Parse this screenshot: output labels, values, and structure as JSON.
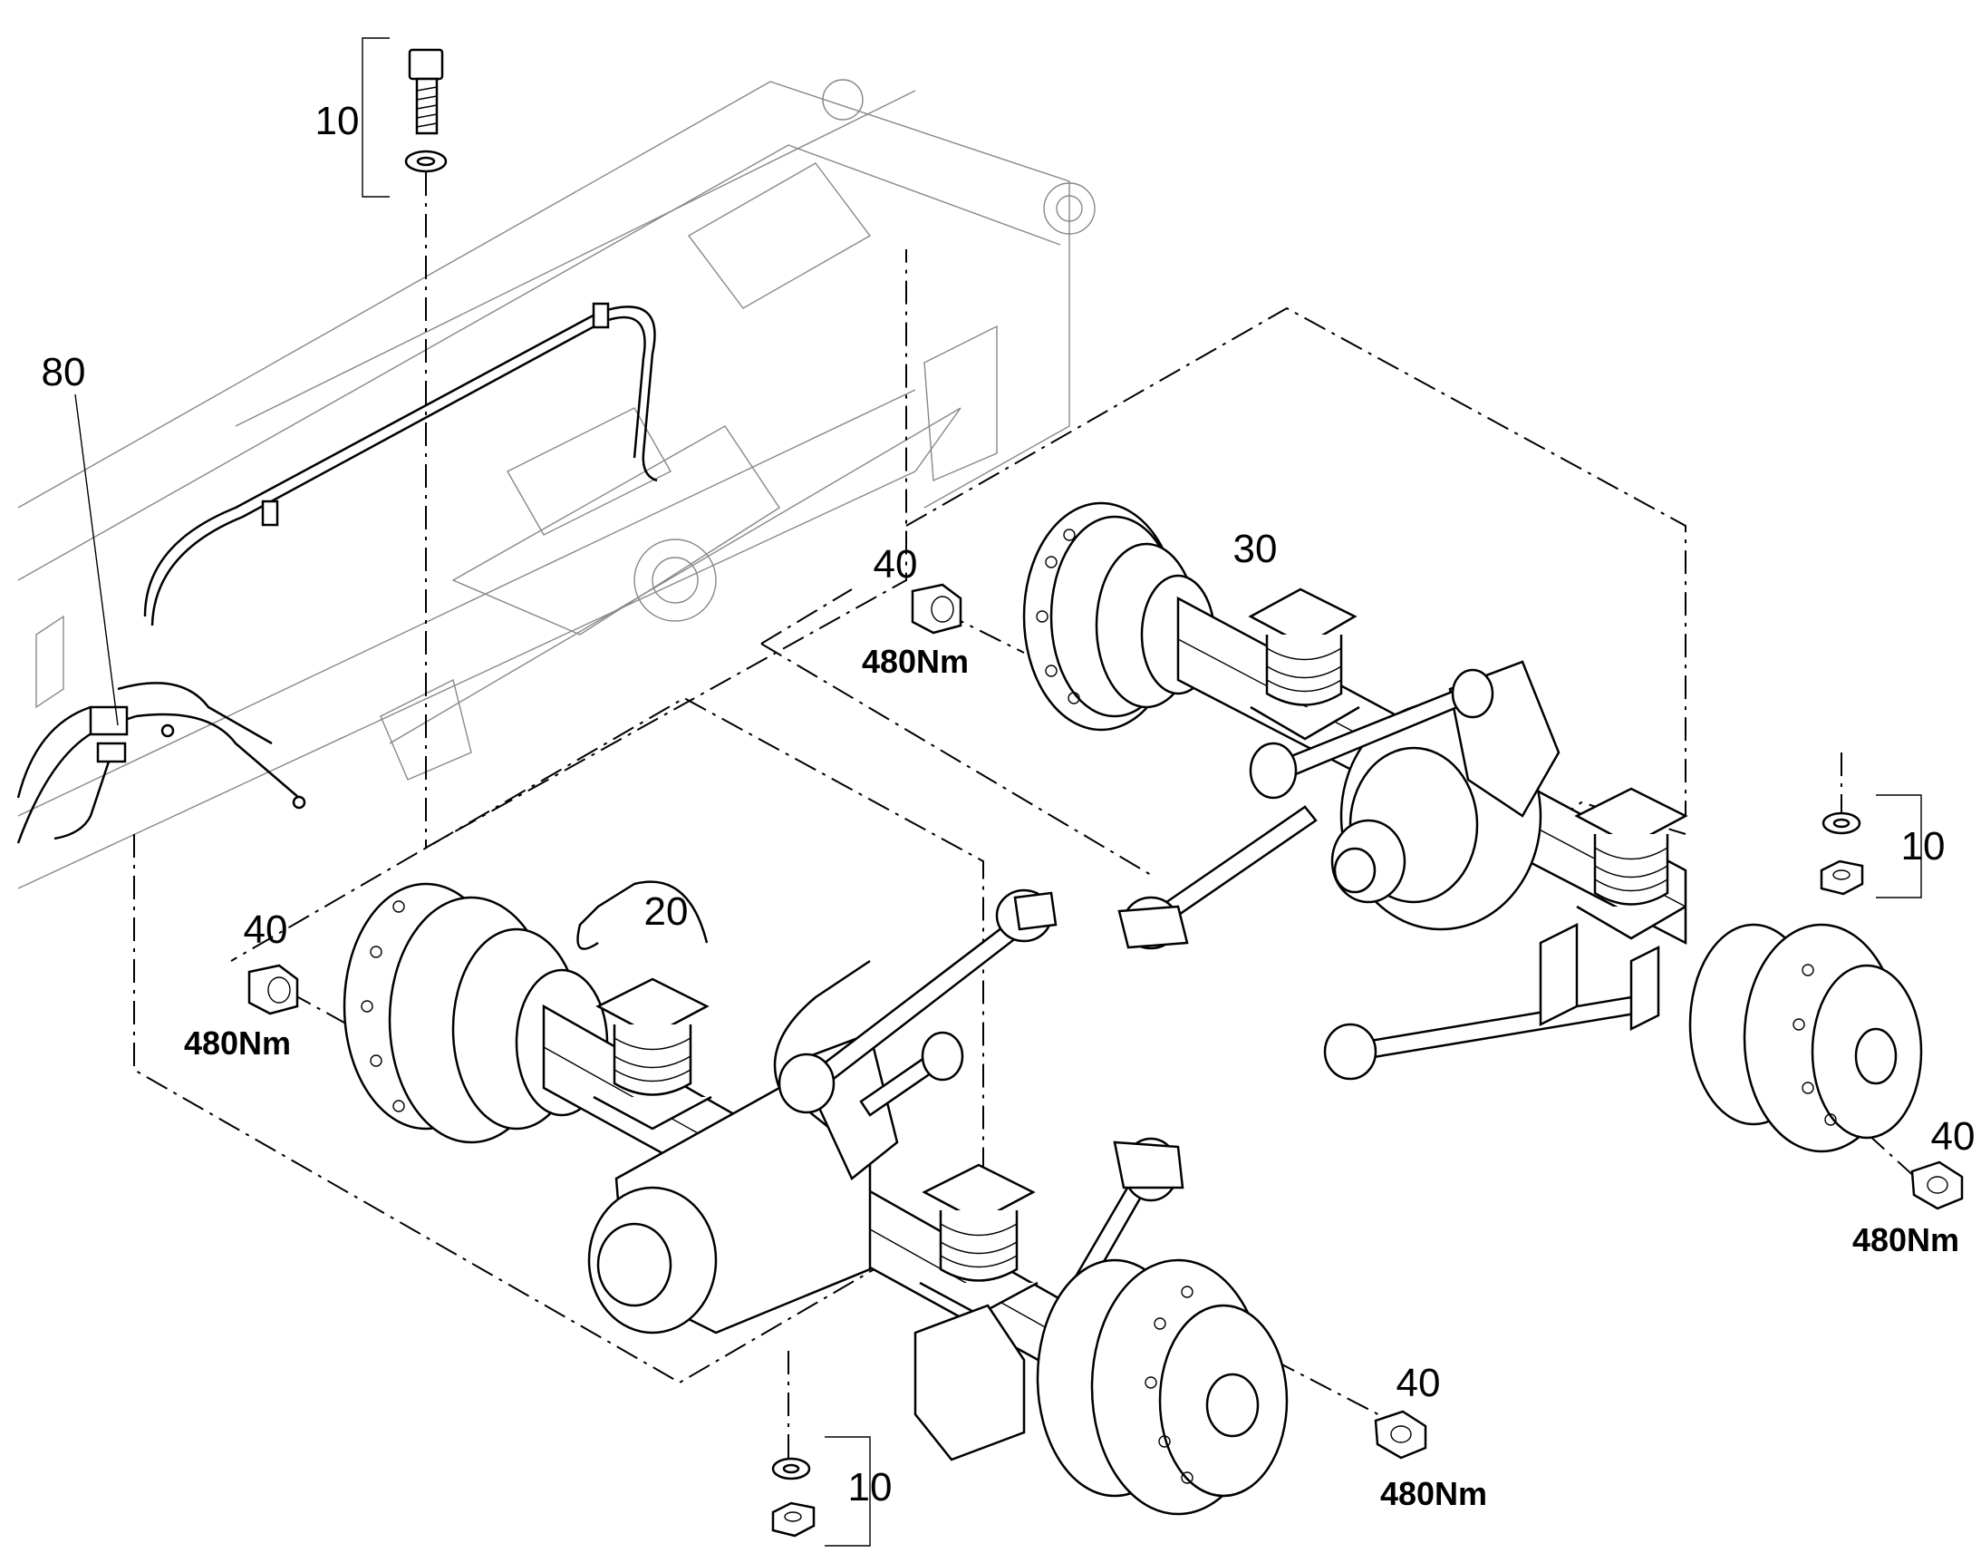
{
  "callouts": {
    "c10_bolt": "10",
    "c80": "80",
    "c30": "30",
    "c20": "20",
    "c40_a": "40",
    "c40_b": "40",
    "c40_c": "40",
    "c40_d": "40",
    "c10_right": "10",
    "c10_bottom": "10"
  },
  "torque": {
    "t_a": "480Nm",
    "t_b": "480Nm",
    "t_c": "480Nm",
    "t_d": "480Nm"
  },
  "icons": [
    "bolt-icon",
    "washer-icon",
    "nut-icon",
    "wheel-hub-icon",
    "air-spring-icon",
    "differential-icon",
    "torque-rod-icon"
  ],
  "colors": {
    "line": "#000000",
    "frame": "#888888",
    "background": "#ffffff"
  }
}
